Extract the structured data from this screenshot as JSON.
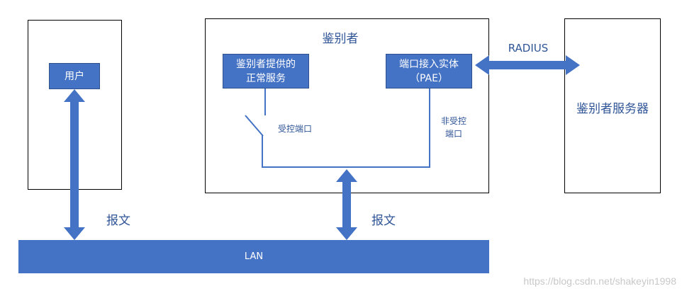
{
  "client": {
    "user_label": "用户"
  },
  "authenticator": {
    "title": "鉴别者",
    "service_box": "鉴别者提供的\n正常服务",
    "pae_box": "端口接入实体\n（PAE）",
    "controlled_port": "受控端口",
    "uncontrolled_port": "非受控\n端口"
  },
  "server": {
    "label": "鉴别者服务器"
  },
  "links": {
    "radius": "RADIUS",
    "message_left": "报文",
    "message_right": "报文"
  },
  "lan": {
    "label": "LAN"
  },
  "watermark": "https://blog.csdn.net/shakeyin1998",
  "colors": {
    "accent": "#4472c4",
    "label_text": "#2f5597"
  }
}
